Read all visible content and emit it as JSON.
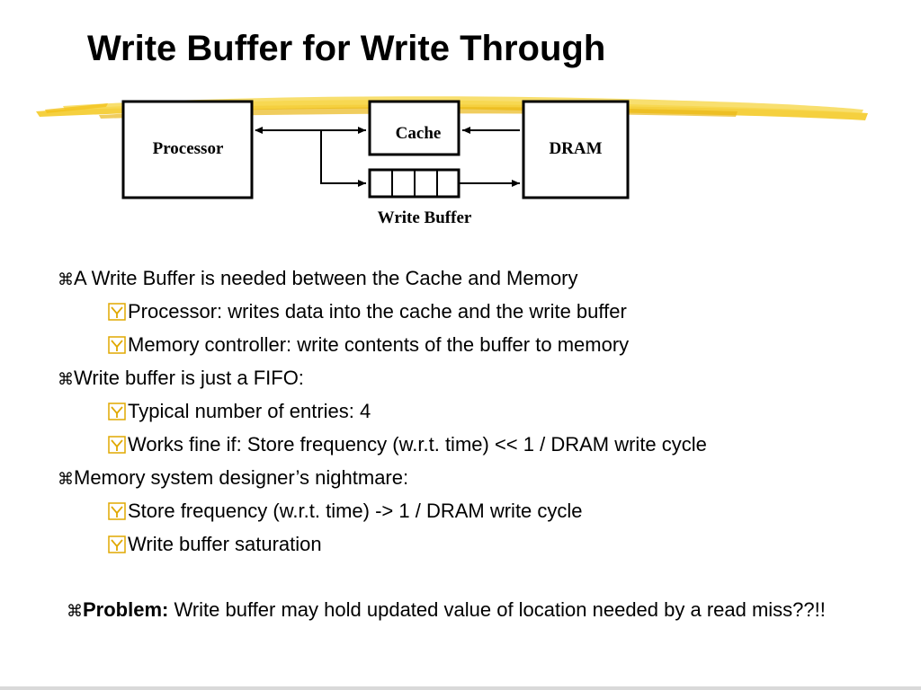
{
  "title": "Write Buffer for Write Through",
  "colors": {
    "highlight": "#f2c21b",
    "highlight_light": "#f7d854"
  },
  "diagram": {
    "processor_label": "Processor",
    "cache_label": "Cache",
    "dram_label": "DRAM",
    "write_buffer_label": "Write Buffer",
    "write_buffer_entries": 4
  },
  "bullets": [
    {
      "level": 1,
      "icon": "command-bullet-icon",
      "text": "A Write Buffer is needed between the Cache and Memory"
    },
    {
      "level": 2,
      "icon": "checkbox-bullet-icon",
      "text": "Processor: writes data into the cache and the write buffer"
    },
    {
      "level": 2,
      "icon": "checkbox-bullet-icon",
      "text": "Memory controller: write contents of the buffer to memory"
    },
    {
      "level": 1,
      "icon": "command-bullet-icon",
      "text": "Write buffer is just a FIFO:"
    },
    {
      "level": 2,
      "icon": "checkbox-bullet-icon",
      "text": "Typical number of entries: 4"
    },
    {
      "level": 2,
      "icon": "checkbox-bullet-icon",
      "text": "Works fine if:  Store frequency (w.r.t. time) << 1 / DRAM write cycle"
    },
    {
      "level": 1,
      "icon": "command-bullet-icon",
      "text": "Memory system designer’s nightmare:"
    },
    {
      "level": 2,
      "icon": "checkbox-bullet-icon",
      "text": "Store frequency (w.r.t. time)   ->  1 / DRAM write cycle"
    },
    {
      "level": 2,
      "icon": "checkbox-bullet-icon",
      "text": "Write buffer saturation"
    }
  ],
  "problem": {
    "label": "Problem:",
    "text": " Write buffer may hold updated value of location needed by a read miss??!!"
  }
}
